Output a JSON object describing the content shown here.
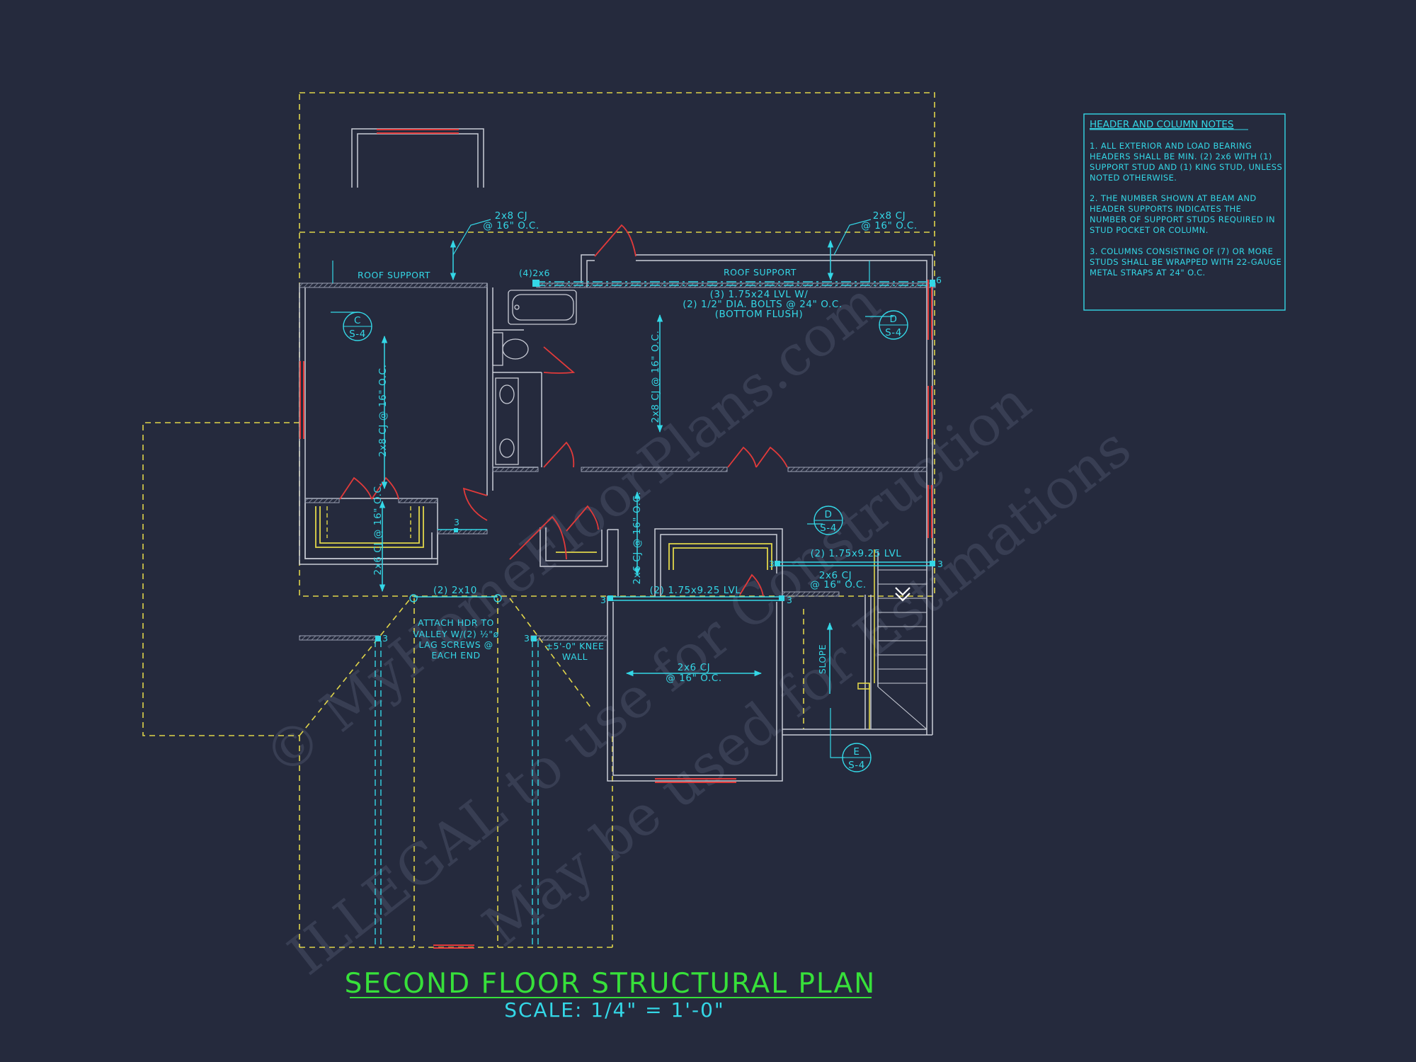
{
  "title": "SECOND FLOOR STRUCTURAL PLAN",
  "scale": "SCALE: 1/4\" = 1'-0\"",
  "notes": {
    "heading": "HEADER AND COLUMN NOTES",
    "lines": [
      "1. ALL EXTERIOR AND LOAD BEARING",
      "HEADERS SHALL BE MIN. (2) 2x6 WITH (1)",
      "SUPPORT STUD AND (1) KING STUD, UNLESS",
      "NOTED OTHERWISE.",
      "2. THE NUMBER SHOWN AT BEAM AND",
      "HEADER SUPPORTS INDICATES THE",
      "NUMBER OF SUPPORT STUDS REQUIRED IN",
      "STUD POCKET OR COLUMN.",
      "3. COLUMNS CONSISTING OF (7) OR MORE",
      "STUDS SHALL BE WRAPPED WITH 22-GAUGE",
      "METAL STRAPS AT 24\" O.C."
    ]
  },
  "labels": {
    "roof_support_left": "ROOF SUPPORT",
    "roof_support_right": "ROOF SUPPORT",
    "beam_4_2x6": "(4)2x6",
    "lvl_main_1": "(3) 1.75x24 LVL W/",
    "lvl_main_2": "(2) 1/2\" DIA. BOLTS @ 24\" O.C.",
    "lvl_main_3": "(BOTTOM FLUSH)",
    "cj_top_left_1": "2x8 CJ",
    "cj_top_left_2": "@ 16\" O.C.",
    "cj_top_right_1": "2x8 CJ",
    "cj_top_right_2": "@ 16\" O.C.",
    "cj_left_room": "2x8 CJ @ 16\" O.C.",
    "cj_right_room": "2x8 CJ @ 16\" O.C.",
    "cj_closet": "2x6 CJ @ 16\" O.C.",
    "cj_hall": "2x6 CJ @ 16\" O.C.",
    "cj_stair_1": "2x6 CJ",
    "cj_stair_2": "@ 16\" O.C.",
    "cj_bottom_1": "2x6 CJ",
    "cj_bottom_2": "@ 16\" O.C.",
    "hdr_2x10": "(2) 2x10",
    "lvl_a": "(2) 1.75x9.25 LVL",
    "lvl_b": "(2) 1.75x9.25 LVL",
    "attach_1": "ATTACH HDR TO",
    "attach_2": "VALLEY W/(2) ½\"ø",
    "attach_3": "LAG SCREWS @",
    "attach_4": "EACH END",
    "knee_1": "±5'-0\" KNEE",
    "knee_2": "WALL",
    "slope": "SLOPE",
    "stud_3": "3",
    "stud_6": "6"
  },
  "section_marks": [
    {
      "letter": "C",
      "sheet": "S-4"
    },
    {
      "letter": "D",
      "sheet": "S-4"
    },
    {
      "letter": "D",
      "sheet": "S-4"
    },
    {
      "letter": "E",
      "sheet": "S-4"
    }
  ],
  "watermarks": [
    "© MyHomeFloorPlans.com",
    "ILLEGAL to use for Construction",
    "May be used for Estimations"
  ],
  "colors": {
    "background": "#252a3d",
    "cyan": "#34d7e6",
    "yellow": "#e0d54a",
    "red": "#e23a3a",
    "wall": "#c9ccd6",
    "title_green": "#37e03a"
  }
}
